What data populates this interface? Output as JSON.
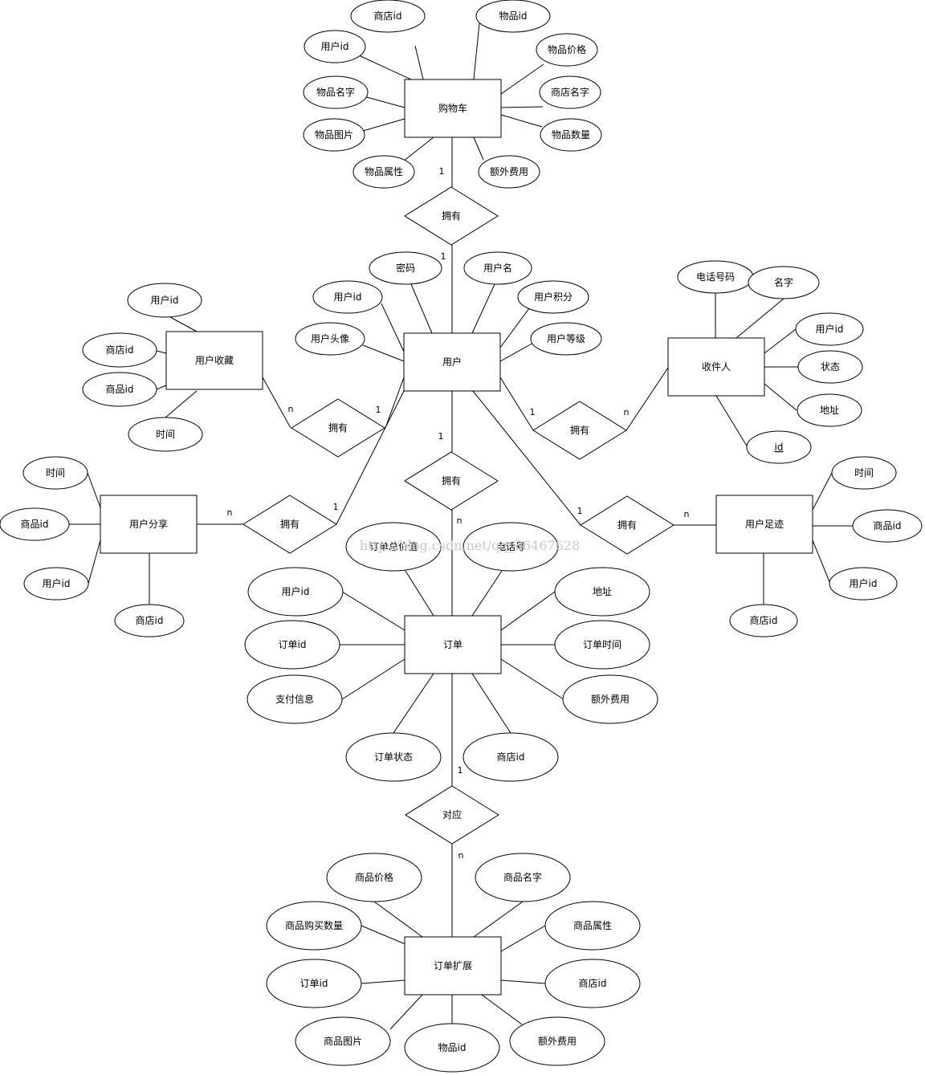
{
  "watermark": "http://blog.csdn.net/qq_36467628",
  "entities": [
    {
      "id": "cart",
      "label": "购物车"
    },
    {
      "id": "user",
      "label": "用户"
    },
    {
      "id": "fav",
      "label": "用户收藏"
    },
    {
      "id": "recv",
      "label": "收件人"
    },
    {
      "id": "share",
      "label": "用户分享"
    },
    {
      "id": "foot",
      "label": "用户足迹"
    },
    {
      "id": "order",
      "label": "订单"
    },
    {
      "id": "ext",
      "label": "订单扩展"
    }
  ],
  "relationships": [
    {
      "id": "r_cart",
      "label": "拥有"
    },
    {
      "id": "r_fav",
      "label": "拥有"
    },
    {
      "id": "r_recv",
      "label": "拥有"
    },
    {
      "id": "r_order",
      "label": "拥有"
    },
    {
      "id": "r_share",
      "label": "拥有"
    },
    {
      "id": "r_foot",
      "label": "拥有"
    },
    {
      "id": "r_ext",
      "label": "对应"
    }
  ],
  "attributes": [
    {
      "id": "cart_a1",
      "label": "商店id"
    },
    {
      "id": "cart_a2",
      "label": "物品id"
    },
    {
      "id": "cart_a3",
      "label": "用户id"
    },
    {
      "id": "cart_a4",
      "label": "物品价格"
    },
    {
      "id": "cart_a5",
      "label": "物品名字"
    },
    {
      "id": "cart_a6",
      "label": "商店名字"
    },
    {
      "id": "cart_a7",
      "label": "物品图片"
    },
    {
      "id": "cart_a8",
      "label": "物品数量"
    },
    {
      "id": "cart_a9",
      "label": "物品属性"
    },
    {
      "id": "cart_a10",
      "label": "额外费用"
    },
    {
      "id": "user_a1",
      "label": "密码"
    },
    {
      "id": "user_a2",
      "label": "用户名"
    },
    {
      "id": "user_a3",
      "label": "用户id"
    },
    {
      "id": "user_a4",
      "label": "用户积分"
    },
    {
      "id": "user_a5",
      "label": "用户头像"
    },
    {
      "id": "user_a6",
      "label": "用户等级"
    },
    {
      "id": "fav_a1",
      "label": "用户id"
    },
    {
      "id": "fav_a2",
      "label": "商店id"
    },
    {
      "id": "fav_a3",
      "label": "商品id"
    },
    {
      "id": "fav_a4",
      "label": "时间"
    },
    {
      "id": "recv_a1",
      "label": "电话号码"
    },
    {
      "id": "recv_a2",
      "label": "名字"
    },
    {
      "id": "recv_a3",
      "label": "用户id"
    },
    {
      "id": "recv_a4",
      "label": "状态"
    },
    {
      "id": "recv_a5",
      "label": "地址"
    },
    {
      "id": "recv_a6",
      "label": "id",
      "underline": true
    },
    {
      "id": "share_a1",
      "label": "时间"
    },
    {
      "id": "share_a2",
      "label": "商品id"
    },
    {
      "id": "share_a3",
      "label": "用户id"
    },
    {
      "id": "share_a4",
      "label": "商店id"
    },
    {
      "id": "foot_a1",
      "label": "时间"
    },
    {
      "id": "foot_a2",
      "label": "商品id"
    },
    {
      "id": "foot_a3",
      "label": "用户id"
    },
    {
      "id": "foot_a4",
      "label": "商店id"
    },
    {
      "id": "order_a1",
      "label": "订单总价值"
    },
    {
      "id": "order_a2",
      "label": "电话号"
    },
    {
      "id": "order_a3",
      "label": "用户id"
    },
    {
      "id": "order_a4",
      "label": "地址"
    },
    {
      "id": "order_a5",
      "label": "订单id"
    },
    {
      "id": "order_a6",
      "label": "订单时间"
    },
    {
      "id": "order_a7",
      "label": "支付信息"
    },
    {
      "id": "order_a8",
      "label": "额外费用"
    },
    {
      "id": "order_a9",
      "label": "订单状态"
    },
    {
      "id": "order_a10",
      "label": "商店id"
    },
    {
      "id": "ext_a1",
      "label": "商品价格"
    },
    {
      "id": "ext_a2",
      "label": "商品名字"
    },
    {
      "id": "ext_a3",
      "label": "商品购买数量"
    },
    {
      "id": "ext_a4",
      "label": "商品属性"
    },
    {
      "id": "ext_a5",
      "label": "订单id"
    },
    {
      "id": "ext_a6",
      "label": "商店id"
    },
    {
      "id": "ext_a7",
      "label": "商品图片"
    },
    {
      "id": "ext_a8",
      "label": "物品id"
    },
    {
      "id": "ext_a9",
      "label": "额外费用"
    }
  ],
  "cardinalities": [
    {
      "id": "c1",
      "label": "1"
    },
    {
      "id": "c2",
      "label": "1"
    },
    {
      "id": "c3",
      "label": "n"
    },
    {
      "id": "c4",
      "label": "1"
    },
    {
      "id": "c5",
      "label": "1"
    },
    {
      "id": "c6",
      "label": "n"
    },
    {
      "id": "c7",
      "label": "1"
    },
    {
      "id": "c8",
      "label": "n"
    },
    {
      "id": "c9",
      "label": "n"
    },
    {
      "id": "c10",
      "label": "1"
    },
    {
      "id": "c11",
      "label": "1"
    },
    {
      "id": "c12",
      "label": "n"
    },
    {
      "id": "c13",
      "label": "1"
    },
    {
      "id": "c14",
      "label": "n"
    }
  ]
}
